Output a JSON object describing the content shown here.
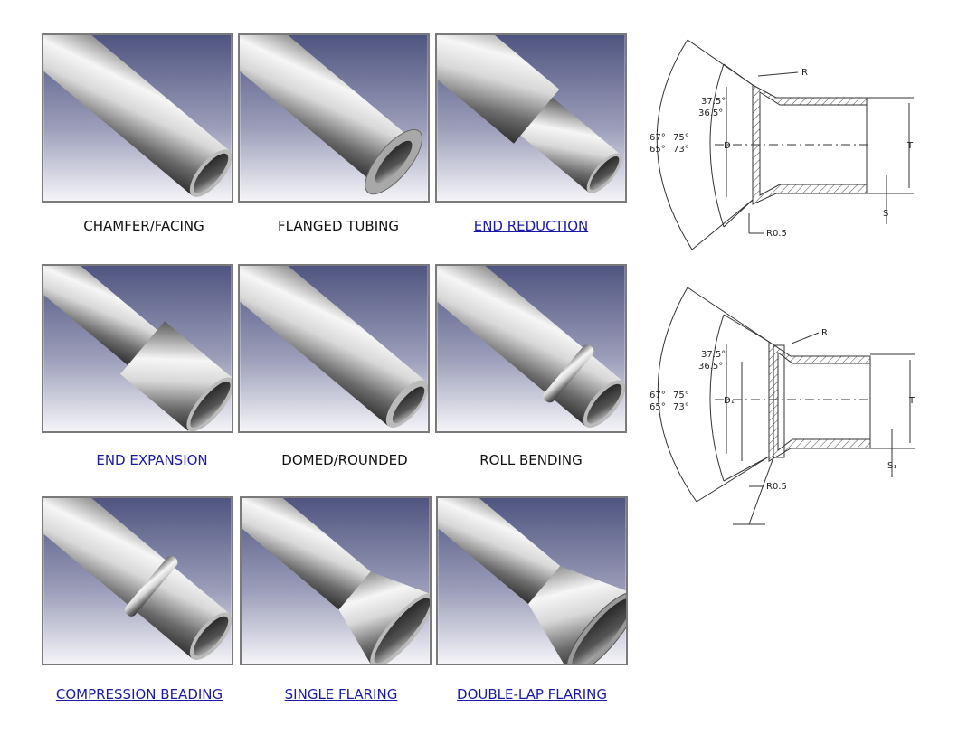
{
  "tiles": [
    {
      "label": "CHAMFER/FACING",
      "is_link": false
    },
    {
      "label": "FLANGED TUBING",
      "is_link": false
    },
    {
      "label": "END REDUCTION",
      "is_link": true
    },
    {
      "label": "END EXPANSION",
      "is_link": true
    },
    {
      "label": "DOMED/ROUNDED",
      "is_link": false
    },
    {
      "label": "ROLL BENDING",
      "is_link": false
    },
    {
      "label": "COMPRESSION BEADING",
      "is_link": true
    },
    {
      "label": "SINGLE FLARING",
      "is_link": true
    },
    {
      "label": "DOUBLE-LAP FLARING",
      "is_link": true
    }
  ],
  "diagram_top": {
    "radius_label": "R",
    "angle_inner_a": "37.5°",
    "angle_inner_b": "36.5°",
    "angle_outer_a": "67°",
    "angle_outer_b": "65°",
    "angle_mid_a": "75°",
    "angle_mid_b": "73°",
    "diameter_label": "D",
    "thickness_label": "T",
    "side_label": "S",
    "corner_radius_label": "R0.5"
  },
  "diagram_bottom": {
    "radius_label": "R",
    "angle_inner_a": "37.5°",
    "angle_inner_b": "36.5°",
    "angle_outer_a": "67°",
    "angle_outer_b": "65°",
    "angle_mid_a": "75°",
    "angle_mid_b": "73°",
    "diameter_label": "D₁",
    "thickness_label": "T",
    "side_label": "S₁",
    "corner_radius_label": "R0.5"
  },
  "colors": {
    "bg_top": "#5a5f86",
    "bg_bottom": "#f2f2f6",
    "link": "#1a1aa6",
    "hatch": "#444444"
  }
}
